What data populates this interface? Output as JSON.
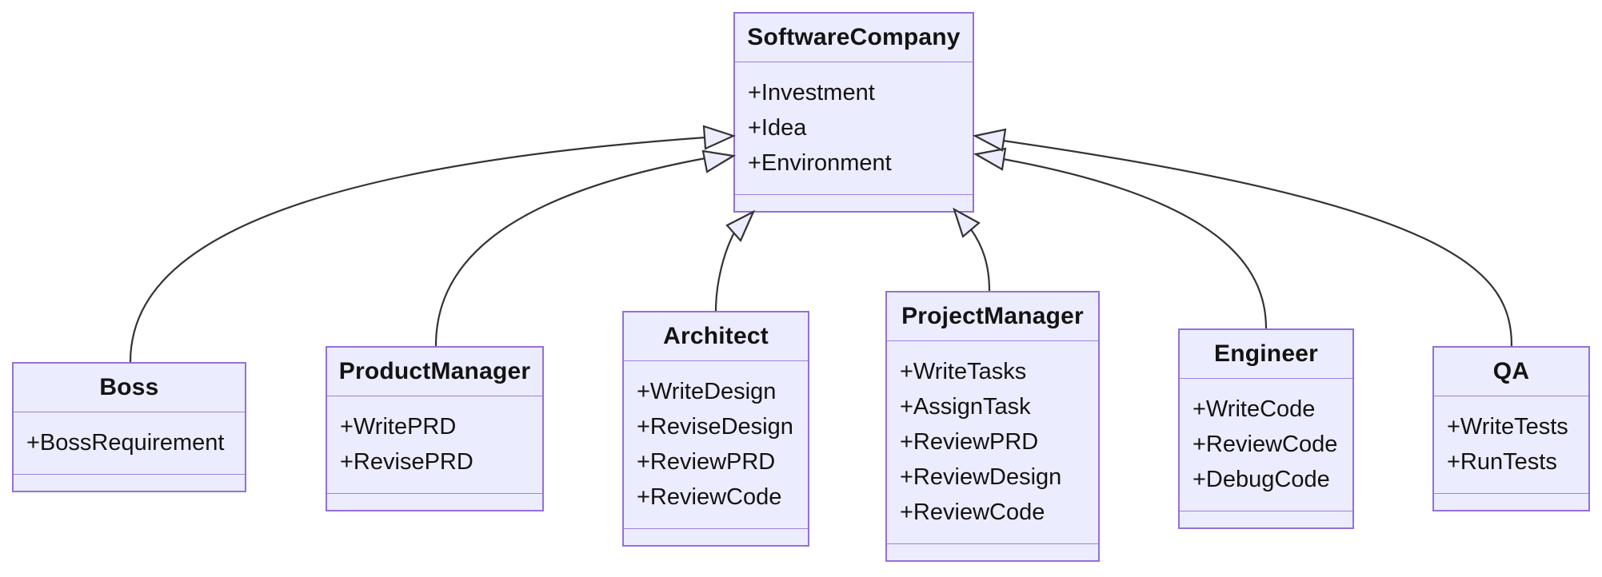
{
  "diagram": {
    "kind": "uml-class-diagram",
    "background_color": "#ffffff",
    "node_fill_color": "#ECECFF",
    "node_border_color": "#9370DB",
    "edge_color": "#333333",
    "text_color": "#131313",
    "arrowhead_style": "hollow-triangle (inheritance)"
  },
  "classes": [
    {
      "name": "SoftwareCompany",
      "members": [
        "+Investment",
        "+Idea",
        "+Environment"
      ]
    },
    {
      "name": "Boss",
      "members": [
        "+BossRequirement"
      ]
    },
    {
      "name": "ProductManager",
      "members": [
        "+WritePRD",
        "+RevisePRD"
      ]
    },
    {
      "name": "Architect",
      "members": [
        "+WriteDesign",
        "+ReviseDesign",
        "+ReviewPRD",
        "+ReviewCode"
      ]
    },
    {
      "name": "ProjectManager",
      "members": [
        "+WriteTasks",
        "+AssignTask",
        "+ReviewPRD",
        "+ReviewDesign",
        "+ReviewCode"
      ]
    },
    {
      "name": "Engineer",
      "members": [
        "+WriteCode",
        "+ReviewCode",
        "+DebugCode"
      ]
    },
    {
      "name": "QA",
      "members": [
        "+WriteTests",
        "+RunTests"
      ]
    }
  ],
  "relationships": [
    {
      "from": "Boss",
      "to": "SoftwareCompany",
      "type": "inheritance"
    },
    {
      "from": "ProductManager",
      "to": "SoftwareCompany",
      "type": "inheritance"
    },
    {
      "from": "Architect",
      "to": "SoftwareCompany",
      "type": "inheritance"
    },
    {
      "from": "ProjectManager",
      "to": "SoftwareCompany",
      "type": "inheritance"
    },
    {
      "from": "Engineer",
      "to": "SoftwareCompany",
      "type": "inheritance"
    },
    {
      "from": "QA",
      "to": "SoftwareCompany",
      "type": "inheritance"
    }
  ]
}
